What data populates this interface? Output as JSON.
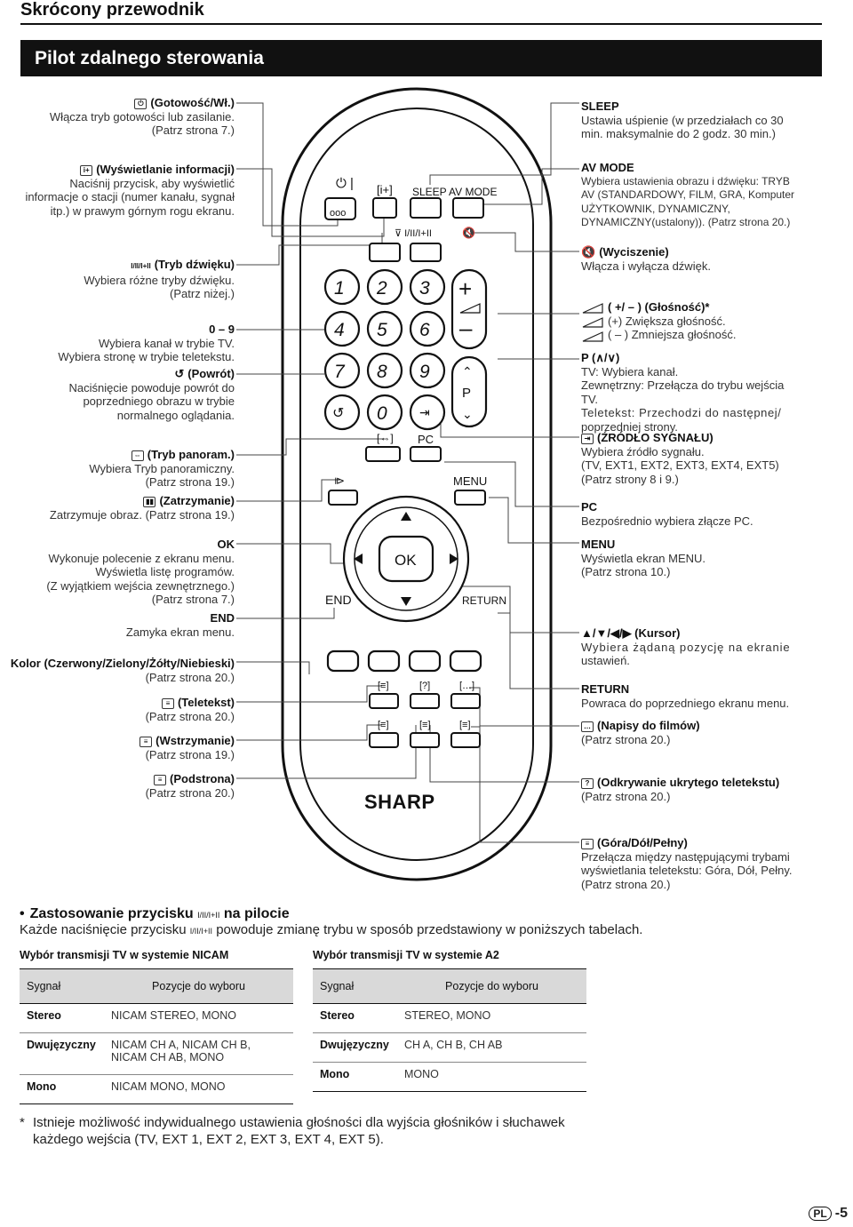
{
  "header": {
    "title": "Skrócony przewodnik",
    "band": "Pilot zdalnego sterowania"
  },
  "left": {
    "power": {
      "title": "(Gotowość/Wł.)",
      "lines": [
        "Włącza tryb gotowości lub zasilanie.",
        "(Patrz strona 7.)"
      ]
    },
    "info": {
      "title": "(Wyświetlanie informacji)",
      "lines": [
        "Naciśnij przycisk, aby wyświetlić",
        "informacje o stacji (numer kanału, sygnał",
        "itp.) w prawym górnym rogu ekranu."
      ]
    },
    "sound": {
      "title": "(Tryb dźwięku)",
      "lines": [
        "Wybiera różne tryby dźwięku.",
        "(Patrz niżej.)"
      ]
    },
    "digits": {
      "title": "0 – 9",
      "lines": [
        "Wybiera kanał w trybie TV.",
        "Wybiera stronę w trybie teletekstu."
      ]
    },
    "back": {
      "title": "(Powrót)",
      "lines": [
        "Naciśnięcie powoduje powrót do",
        "poprzedniego obrazu w trybie",
        "normalnego oglądania."
      ]
    },
    "wide": {
      "title": "(Tryb panoram.)",
      "lines": [
        "Wybiera Tryb panoramiczny.",
        "(Patrz strona 19.)"
      ]
    },
    "freeze": {
      "title": "(Zatrzymanie)",
      "lines": [
        "Zatrzymuje obraz. (Patrz strona 19.)"
      ]
    },
    "ok": {
      "title": "OK",
      "lines": [
        "Wykonuje polecenie z ekranu menu.",
        "Wyświetla listę programów.",
        "(Z wyjątkiem wejścia zewnętrznego.)",
        "(Patrz strona 7.)"
      ]
    },
    "end": {
      "title": "END",
      "lines": [
        "Zamyka ekran menu."
      ]
    },
    "color": {
      "title": "Kolor (Czerwony/Zielony/Żółty/Niebieski)",
      "lines": [
        "(Patrz strona 20.)"
      ]
    },
    "teletext": {
      "title": "(Teletekst)",
      "lines": [
        "(Patrz strona 20.)"
      ]
    },
    "hold": {
      "title": "(Wstrzymanie)",
      "lines": [
        "(Patrz strona 19.)"
      ]
    },
    "subpage": {
      "title": "(Podstrona)",
      "lines": [
        "(Patrz strona 20.)"
      ]
    }
  },
  "right": {
    "sleep": {
      "title": "SLEEP",
      "lines": [
        "Ustawia uśpienie (w przedziałach co 30",
        "min. maksymalnie do 2 godz. 30 min.)"
      ]
    },
    "avmode": {
      "title": "AV MODE",
      "lines": [
        "Wybiera ustawienia obrazu i dźwięku: TRYB",
        "AV (STANDARDOWY, FILM, GRA, Komputer",
        "UŻYTKOWNIK, DYNAMICZNY,",
        "DYNAMICZNY(ustalony)). (Patrz strona 20.)"
      ]
    },
    "mute": {
      "title": "(Wyciszenie)",
      "lines": [
        "Włącza i wyłącza dźwięk."
      ]
    },
    "volume": {
      "title": "( +/ – ) (Głośność)*",
      "lines": [
        "(+) Zwiększa głośność.",
        "( – ) Zmniejsza głośność."
      ]
    },
    "prog": {
      "title": "P (∧/∨)",
      "lines": [
        "TV: Wybiera kanał.",
        "Zewnętrzny: Przełącza do trybu wejścia TV.",
        "Teletekst: Przechodzi do następnej/",
        "poprzedniej strony."
      ]
    },
    "input": {
      "title": "(ŹRÓDŁO SYGNAŁU)",
      "lines": [
        "Wybiera źródło sygnału.",
        "(TV, EXT1, EXT2, EXT3, EXT4, EXT5)",
        "(Patrz strony 8 i 9.)"
      ]
    },
    "pc": {
      "title": "PC",
      "lines": [
        "Bezpośrednio wybiera złącze PC."
      ]
    },
    "menu": {
      "title": "MENU",
      "lines": [
        "Wyświetla ekran MENU.",
        "(Patrz strona 10.)"
      ]
    },
    "cursor": {
      "title": "▲/▼/◀/▶ (Kursor)",
      "lines": [
        "Wybiera żądaną pozycję na ekranie",
        "ustawień."
      ]
    },
    "return": {
      "title": "RETURN",
      "lines": [
        "Powraca do poprzedniego ekranu menu."
      ]
    },
    "subtitle": {
      "title": "(Napisy do filmów)",
      "lines": [
        "(Patrz strona 20.)"
      ]
    },
    "reveal": {
      "title": "(Odkrywanie ukrytego teletekstu)",
      "lines": [
        "(Patrz strona 20.)"
      ]
    },
    "topbtm": {
      "title": "(Góra/Dół/Pełny)",
      "lines": [
        "Przełącza między następującymi trybami",
        "wyświetlania teletekstu: Góra, Dół, Pełny.",
        "(Patrz strona 20.)"
      ]
    }
  },
  "remote": {
    "sleep": "SLEEP",
    "avmode": "AV MODE",
    "pc": "PC",
    "menu": "MENU",
    "ok": "OK",
    "end": "END",
    "return": "RETURN",
    "brand": "SHARP",
    "p": "P",
    "digits": [
      "1",
      "2",
      "3",
      "4",
      "5",
      "6",
      "7",
      "8",
      "9",
      "0"
    ]
  },
  "usage": {
    "heading_pre": "Zastosowanie przycisku",
    "heading_post": "na pilocie",
    "text_pre": "Każde naciśnięcie przycisku",
    "text_post": "powoduje zmianę trybu w sposób przedstawiony w poniższych tabelach."
  },
  "nicam": {
    "caption": "Wybór transmisji TV w systemie NICAM",
    "head": [
      "Sygnał",
      "Pozycje do wyboru"
    ],
    "rows": [
      [
        "Stereo",
        "NICAM STEREO, MONO"
      ],
      [
        "Dwujęzyczny",
        "NICAM CH A, NICAM CH B, NICAM CH AB, MONO"
      ],
      [
        "Mono",
        "NICAM MONO, MONO"
      ]
    ]
  },
  "a2": {
    "caption": "Wybór transmisji TV w systemie A2",
    "head": [
      "Sygnał",
      "Pozycje do wyboru"
    ],
    "rows": [
      [
        "Stereo",
        "STEREO, MONO"
      ],
      [
        "Dwujęzyczny",
        "CH A, CH B, CH AB"
      ],
      [
        "Mono",
        "MONO"
      ]
    ]
  },
  "footnote": {
    "mark": "*",
    "lines": [
      "Istnieje możliwość indywidualnego ustawienia głośności dla wyjścia głośników i słuchawek",
      "każdego wejścia (TV, EXT 1, EXT 2, EXT 3, EXT 4, EXT 5)."
    ]
  },
  "page": {
    "lang": "PL",
    "number": "-5"
  }
}
